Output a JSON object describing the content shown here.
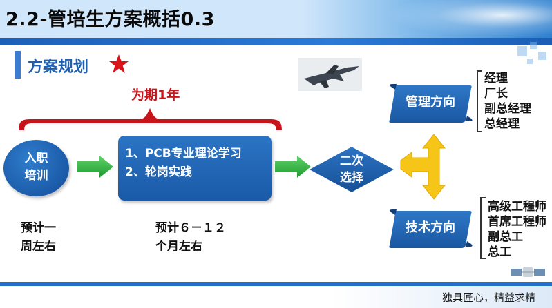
{
  "header": {
    "title": "2.2-管培生方案概括0.3"
  },
  "section": {
    "title": "方案规划"
  },
  "duration": {
    "label": "为期1年"
  },
  "steps": {
    "step1": {
      "line1": "入职",
      "line2": "培训"
    },
    "step2": {
      "line1": "1、PCB专业理论学习",
      "line2": "2、轮岗实践"
    },
    "step3": {
      "line1": "二次",
      "line2": "选择"
    }
  },
  "notes": {
    "note1": {
      "line1": "预计一",
      "line2": "周左右"
    },
    "note2": {
      "line1": "预计６－１２",
      "line2": "个月左右"
    }
  },
  "directions": {
    "management": {
      "label": "管理方向",
      "positions": [
        "经理",
        "厂长",
        "副总经理",
        "总经理"
      ]
    },
    "technical": {
      "label": "技术方向",
      "positions": [
        "高级工程师",
        "首席工程师",
        "副总工",
        "总工"
      ]
    }
  },
  "footer": {
    "slogan": "独具匠心，精益求精"
  },
  "colors": {
    "accent_blue": "#1b5ba9",
    "accent_red": "#c8151b",
    "arrow_green": "#27b33a",
    "fork_yellow": "#f5c518"
  }
}
